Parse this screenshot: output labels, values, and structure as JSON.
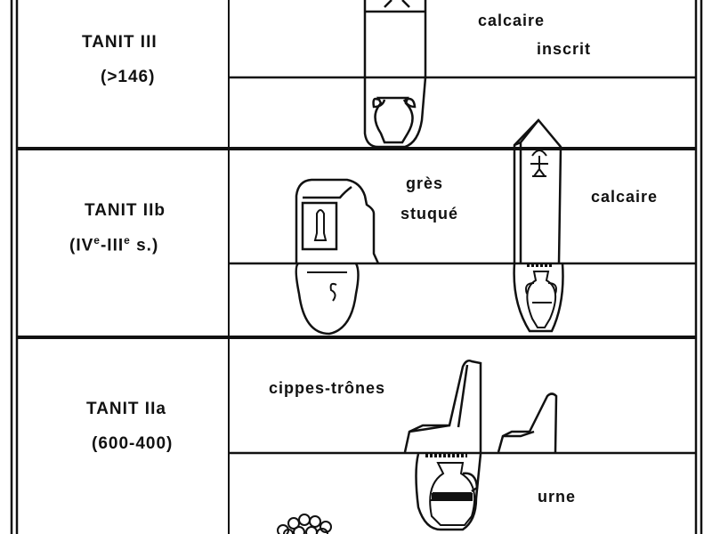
{
  "periods": [
    {
      "name": "TANIT III",
      "date": "(>146)"
    },
    {
      "name": "TANIT IIb",
      "date_prefix": "(IV",
      "date_sup1": "e",
      "date_mid": "-III",
      "date_sup2": "e",
      "date_suffix": " s.)"
    },
    {
      "name": "TANIT IIa",
      "date": "(600-400)"
    }
  ],
  "annotations": {
    "calcaire_inscrit_1": "calcaire",
    "calcaire_inscrit_2": "inscrit",
    "gres_stuque_1": "grès",
    "gres_stuque_2": "stuqué",
    "calcaire": "calcaire",
    "cippes_trones": "cippes-trônes",
    "urne": "urne"
  },
  "colors": {
    "ink": "#111111",
    "paper": "#ffffff"
  }
}
